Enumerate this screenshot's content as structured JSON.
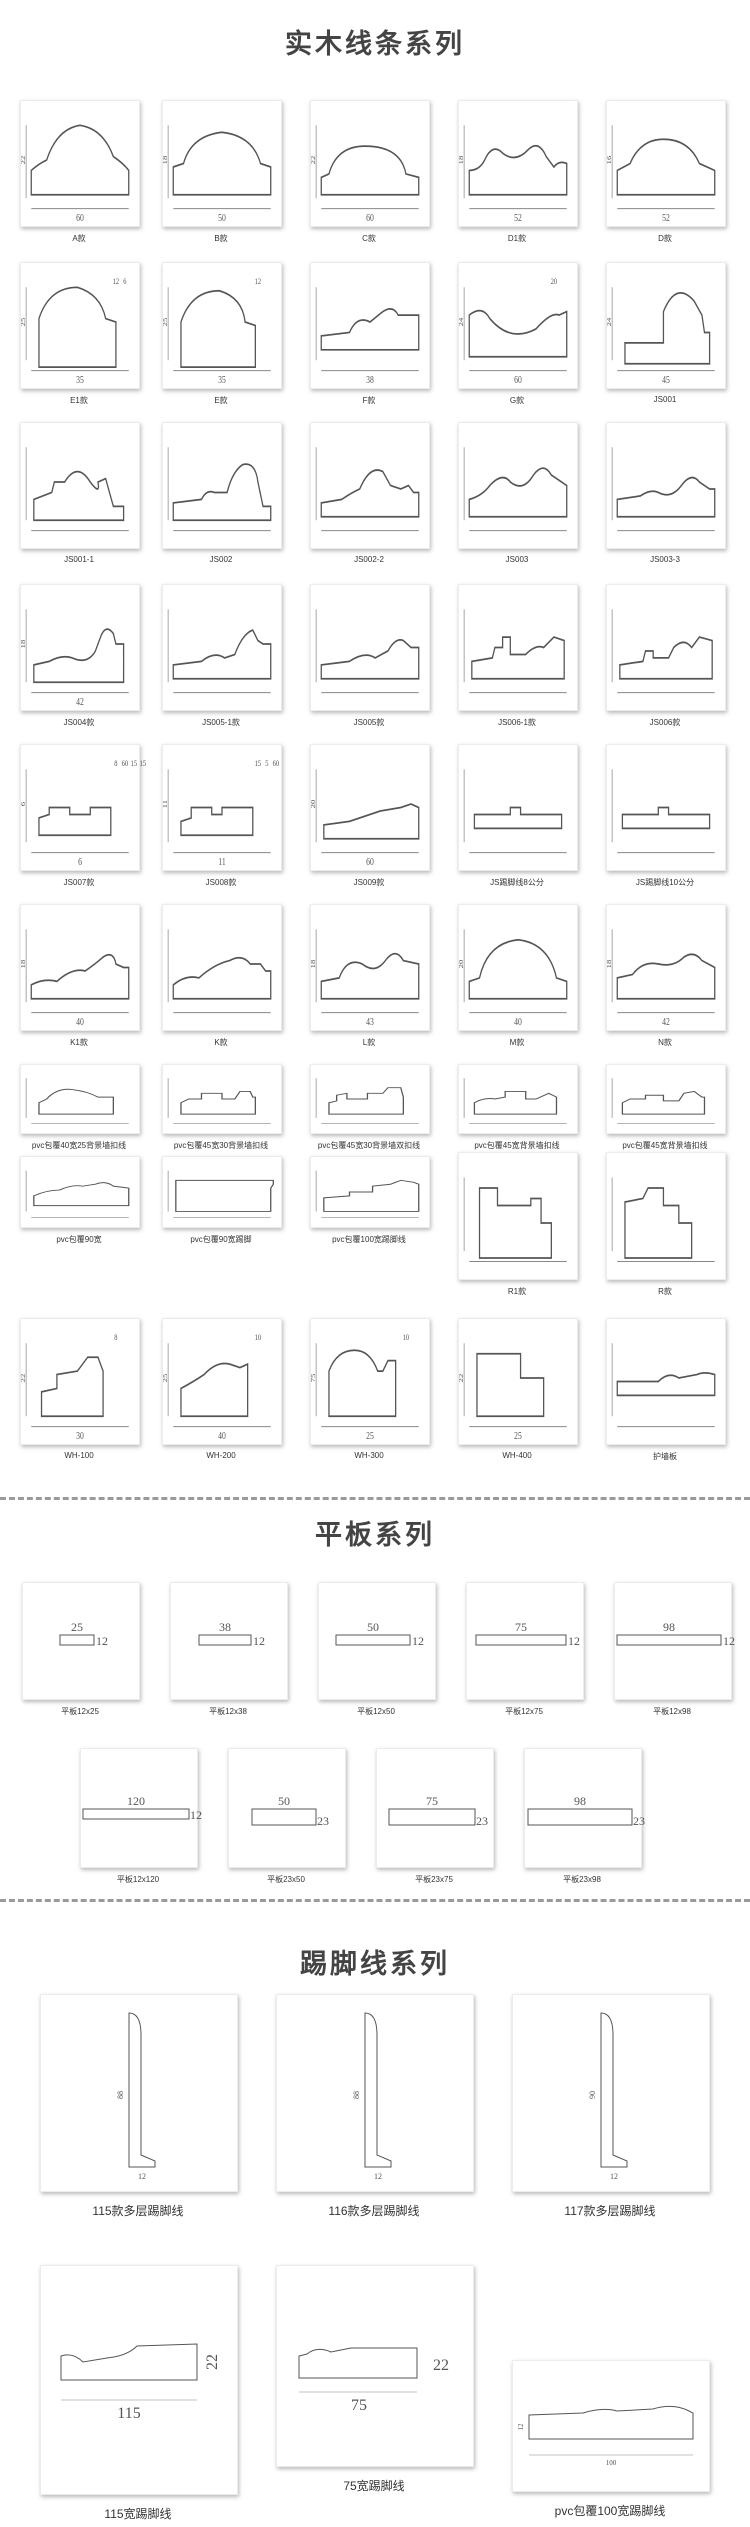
{
  "sections": {
    "solid_wood": {
      "title": "实木线条系列",
      "rows": [
        [
          "A款",
          "B款",
          "C款",
          "D1款",
          "D款"
        ],
        [
          "E1款",
          "E款",
          "F款",
          "G款",
          "JS001"
        ],
        [
          "JS001-1",
          "JS002",
          "JS002-2",
          "JS003",
          "JS003-3"
        ],
        [
          "JS004款",
          "JS005-1款",
          "JS005款",
          "JS006-1款",
          "JS006款"
        ],
        [
          "JS007款",
          "JS008款",
          "JS009款",
          "JS踢脚线8公分",
          "JS踢脚线10公分"
        ],
        [
          "K1款",
          "K款",
          "L款",
          "M款",
          "N款"
        ],
        [
          "pvc包覆40宽25背景墙扣线",
          "pvc包覆45宽30背景墙扣线",
          "pvc包覆45宽30背景墙双扣线",
          "pvc包覆45宽背景墙扣线",
          "pvc包覆45宽背景墙扣线"
        ],
        [
          "pvc包覆90宽",
          "pvc包覆90宽踢脚",
          "pvc包覆100宽踢脚线",
          "R1款",
          "R款"
        ],
        [
          "WH-100",
          "WH-200",
          "WH-300",
          "WH-400",
          "护墙板"
        ]
      ]
    },
    "flat": {
      "title": "平板系列",
      "row1": [
        {
          "label": "平板12x25",
          "w": "25",
          "h": "12"
        },
        {
          "label": "平板12x38",
          "w": "38",
          "h": "12"
        },
        {
          "label": "平板12x50",
          "w": "50",
          "h": "12"
        },
        {
          "label": "平板12x75",
          "w": "75",
          "h": "12"
        },
        {
          "label": "平板12x98",
          "w": "98",
          "h": "12"
        }
      ],
      "row2": [
        {
          "label": "平板12x120",
          "w": "120",
          "h": "12"
        },
        {
          "label": "平板23x50",
          "w": "50",
          "h": "23"
        },
        {
          "label": "平板23x75",
          "w": "75",
          "h": "23"
        },
        {
          "label": "平板23x98",
          "w": "98",
          "h": "23"
        }
      ]
    },
    "baseboard": {
      "title": "踢脚线系列",
      "items": [
        {
          "label": "115款多层踢脚线",
          "h": "88",
          "w": "12"
        },
        {
          "label": "116款多层踢脚线",
          "h": "88",
          "w": "12"
        },
        {
          "label": "117款多层踢脚线",
          "h": "90",
          "w": "12"
        },
        {
          "label": "115宽踢脚线",
          "h": "22",
          "w": "115"
        },
        {
          "label": "75宽踢脚线",
          "h": "22",
          "w": "75"
        },
        {
          "label": "pvc包覆100宽踢脚线",
          "h": "12",
          "w": "100"
        }
      ]
    }
  },
  "dims": {
    "A": [
      "60",
      "22"
    ],
    "B": [
      "50",
      "18"
    ],
    "C": [
      "60",
      "22"
    ],
    "D1": [
      "52",
      "18"
    ],
    "D": [
      "52",
      "16"
    ],
    "E1": [
      "35",
      "25",
      "12",
      "6"
    ],
    "E": [
      "35",
      "25",
      "12"
    ],
    "F": [
      "38"
    ],
    "G": [
      "60",
      "24",
      "20"
    ],
    "JS001": [
      "45",
      "24"
    ],
    "JS004": [
      "42",
      "18"
    ],
    "JS007": [
      "6",
      "6",
      "8",
      "60",
      "15",
      "15"
    ],
    "JS008": [
      "11",
      "11",
      "15",
      "5",
      "60"
    ],
    "JS009": [
      "60",
      "20"
    ],
    "WH100": [
      "30",
      "22",
      "8"
    ],
    "WH200": [
      "40",
      "25",
      "10"
    ],
    "WH300": [
      "25",
      "75",
      "10"
    ],
    "WH400": [
      "25",
      "22"
    ],
    "M": [
      "40",
      "20"
    ],
    "N": [
      "42",
      "18"
    ],
    "L": [
      "43",
      "18"
    ],
    "K1": [
      "40",
      "18"
    ]
  }
}
